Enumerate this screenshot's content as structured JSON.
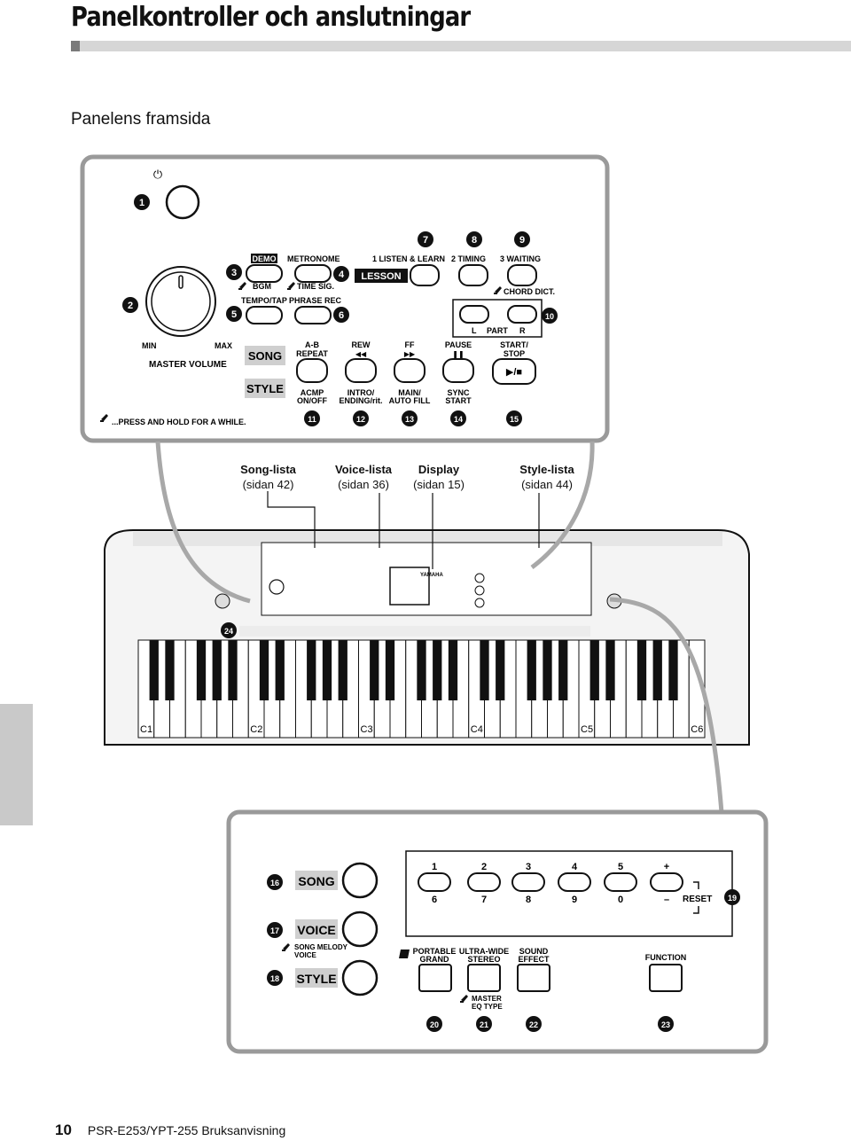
{
  "page": {
    "title": "Panelkontroller och anslutningar",
    "subtitle": "Panelens framsida",
    "footer_page": "10",
    "footer_text": "PSR-E253/YPT-255 Bruksanvisning"
  },
  "top_panel": {
    "power_symbol": "⏻",
    "demo": "DEMO",
    "bgm": "BGM",
    "metronome": "METRONOME",
    "time_sig": "TIME SIG.",
    "listen_learn": "1 LISTEN & LEARN",
    "timing": "2 TIMING",
    "waiting": "3 WAITING",
    "lesson": "LESSON",
    "chord_dict": "CHORD DICT.",
    "tempo_tap": "TEMPO/TAP",
    "phrase_rec": "PHRASE REC",
    "part_l": "L",
    "part": "PART",
    "part_r": "R",
    "min": "MIN",
    "max": "MAX",
    "master_volume": "MASTER VOLUME",
    "song": "SONG",
    "style": "STYLE",
    "ab_repeat_1": "A-B",
    "ab_repeat_2": "REPEAT",
    "rew": "REW",
    "rew_sym": "◀◀",
    "ff": "FF",
    "ff_sym": "▶▶",
    "pause": "PAUSE",
    "pause_sym": "❚❚",
    "start_stop_1": "START/",
    "start_stop_2": "STOP",
    "play_stop_sym": "▶/■",
    "acmp_1": "ACMP",
    "acmp_2": "ON/OFF",
    "intro_1": "INTRO/",
    "intro_2": "ENDING/rit.",
    "main_1": "MAIN/",
    "main_2": "AUTO FILL",
    "sync_1": "SYNC",
    "sync_2": "START",
    "press_hold": "...PRESS AND HOLD FOR A WHILE."
  },
  "callouts": {
    "c1": "1",
    "c2": "2",
    "c3": "3",
    "c4": "4",
    "c5": "5",
    "c6": "6",
    "c7": "7",
    "c8": "8",
    "c9": "9",
    "c10": "10",
    "c11": "11",
    "c12": "12",
    "c13": "13",
    "c14": "14",
    "c15": "15",
    "c16": "16",
    "c17": "17",
    "c18": "18",
    "c19": "19",
    "c20": "20",
    "c21": "21",
    "c22": "22",
    "c23": "23",
    "c24": "24"
  },
  "references": [
    {
      "name": "Song-lista",
      "page": "(sidan 42)"
    },
    {
      "name": "Voice-lista",
      "page": "(sidan 36)"
    },
    {
      "name": "Display",
      "page": "(sidan 15)"
    },
    {
      "name": "Style-lista",
      "page": "(sidan 44)"
    }
  ],
  "keyboard": {
    "brand": "YAMAHA",
    "octaves": [
      "C1",
      "C2",
      "C3",
      "C4",
      "C5",
      "C6"
    ]
  },
  "bottom_panel": {
    "song": "SONG",
    "voice": "VOICE",
    "song_melody_1": "SONG MELODY",
    "song_melody_2": "VOICE",
    "style": "STYLE",
    "num_top": [
      "1",
      "2",
      "3",
      "4",
      "5",
      "+"
    ],
    "num_bottom": [
      "6",
      "7",
      "8",
      "9",
      "0",
      "–"
    ],
    "reset": "RESET",
    "portable_1": "PORTABLE",
    "portable_2": "GRAND",
    "ultra_1": "ULTRA-WIDE",
    "ultra_2": "STEREO",
    "sound_1": "SOUND",
    "sound_2": "EFFECT",
    "function": "FUNCTION",
    "master_eq_1": "MASTER",
    "master_eq_2": "EQ TYPE"
  }
}
